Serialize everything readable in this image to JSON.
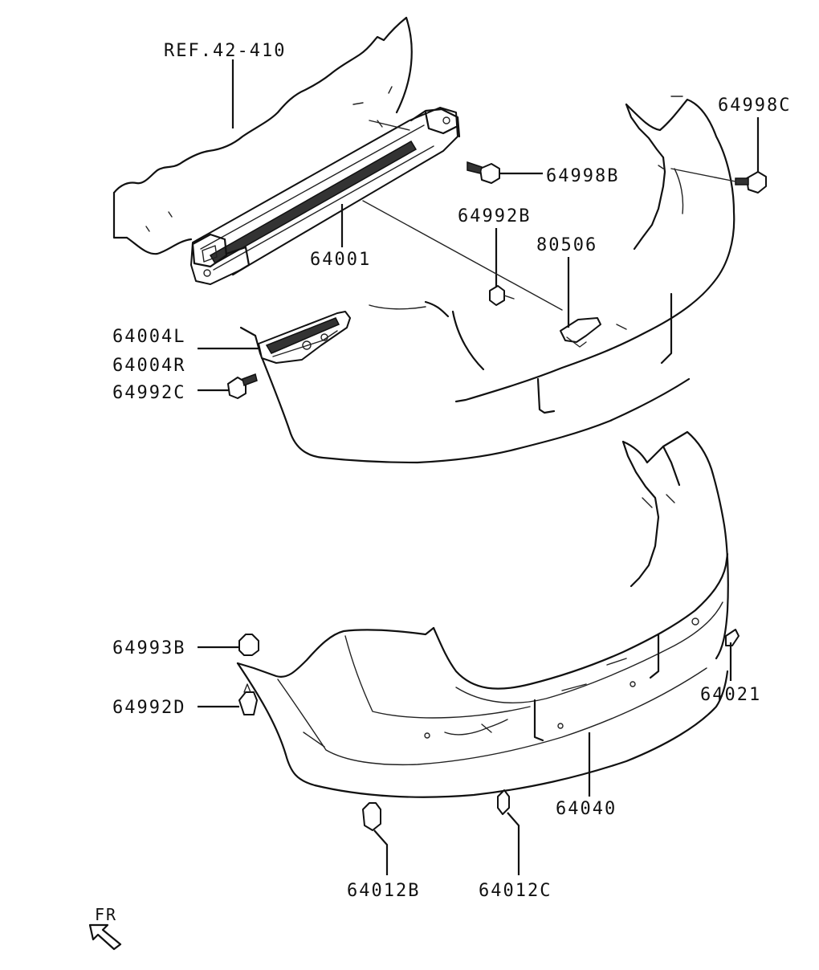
{
  "diagram": {
    "labels": {
      "ref": "REF.42-410",
      "p64998C": "64998C",
      "p64998B": "64998B",
      "p64992B": "64992B",
      "p80506": "80506",
      "p64001": "64001",
      "p64004L": "64004L",
      "p64004R": "64004R",
      "p64992C": "64992C",
      "p64993B": "64993B",
      "p64992D": "64992D",
      "p64021": "64021",
      "p64040": "64040",
      "p64012B": "64012B",
      "p64012C": "64012C",
      "fr": "FR"
    },
    "colors": {
      "line": "#111111",
      "background": "#ffffff"
    }
  }
}
